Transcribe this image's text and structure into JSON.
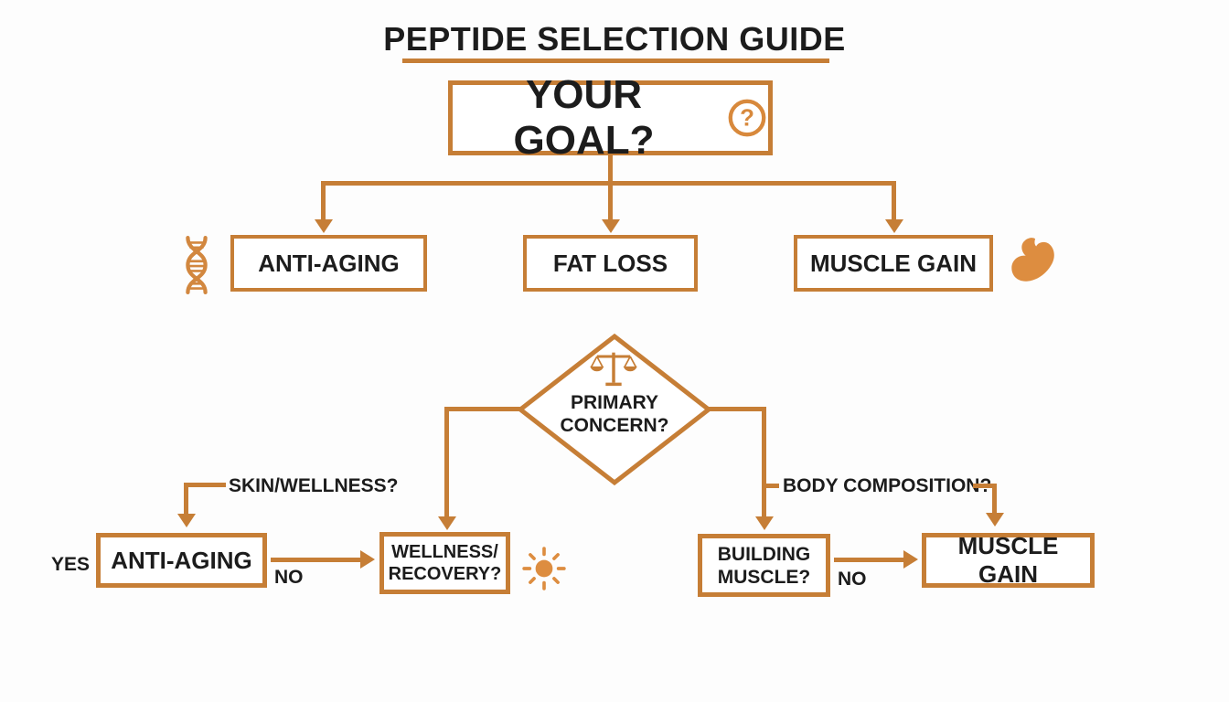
{
  "title": "PEPTIDE SELECTION GUIDE",
  "root_box": {
    "label": "YOUR GOAL?",
    "icon": "question-circle-icon"
  },
  "goal_boxes": {
    "anti_aging": "ANTI-AGING",
    "fat_loss": "FAT LOSS",
    "muscle_gain": "MUSCLE GAIN"
  },
  "side_icons": {
    "left": "dna-icon",
    "right": "bicep-icon"
  },
  "decision_diamond": {
    "line1": "PRIMARY",
    "line2": "CONCERN?",
    "icon": "balance-scale-icon"
  },
  "branch_labels": {
    "left": "SKIN/WELLNESS?",
    "right": "BODY COMPOSITION?"
  },
  "edge_labels": {
    "yes": "YES",
    "no_left": "NO",
    "no_right": "NO"
  },
  "outcome_boxes": {
    "anti_aging": "ANTI-AGING",
    "wellness": {
      "line1": "WELLNESS/",
      "line2": "RECOVERY?",
      "icon": "sun-icon"
    },
    "building_muscle": {
      "line1": "BUILDING",
      "line2": "MUSCLE?"
    },
    "muscle_gain": "MUSCLE GAIN"
  },
  "colors": {
    "accent_line": "#c67e36",
    "accent_icon": "#dd8d40",
    "text": "#1c1c1c",
    "background": "#fdfdfd"
  }
}
